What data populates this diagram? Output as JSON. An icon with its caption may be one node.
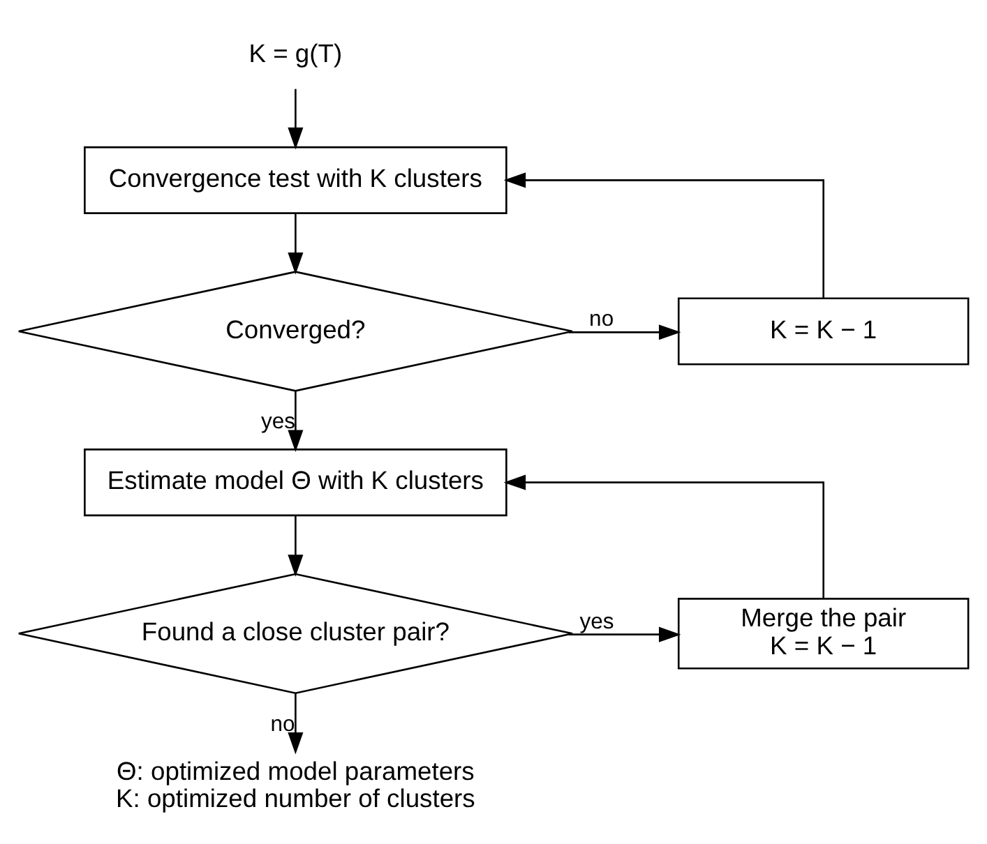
{
  "diagram": {
    "nodes": [
      {
        "text": [
          "K = g(T)"
        ]
      },
      {
        "text": [
          "Convergence test with K clusters"
        ]
      },
      {
        "text": [
          "Converged?"
        ]
      },
      {
        "text": [
          "K = K − 1"
        ]
      },
      {
        "text": [
          "Estimate model Θ with K clusters"
        ]
      },
      {
        "text": [
          "Found a close cluster pair?"
        ]
      },
      {
        "text": [
          "Merge the pair",
          "K = K − 1"
        ]
      },
      {
        "text": [
          "Θ: optimized model parameters",
          "K: optimized number of clusters"
        ]
      }
    ],
    "edges": [
      {
        "from": 0,
        "to": 1,
        "arrow": "to"
      },
      {
        "from": 1,
        "to": 2,
        "arrow": "to"
      },
      {
        "from": 2,
        "to": 3,
        "arrow": "to",
        "label": "no"
      },
      {
        "from": 3,
        "to": 1,
        "arrow": "to"
      },
      {
        "from": 2,
        "to": 4,
        "arrow": "to",
        "label": "yes"
      },
      {
        "from": 4,
        "to": 5,
        "arrow": "to"
      },
      {
        "from": 5,
        "to": 6,
        "arrow": "to",
        "label": "yes"
      },
      {
        "from": 6,
        "to": 4,
        "arrow": "to"
      },
      {
        "from": 5,
        "to": 7,
        "arrow": "to",
        "label": "no"
      }
    ]
  }
}
